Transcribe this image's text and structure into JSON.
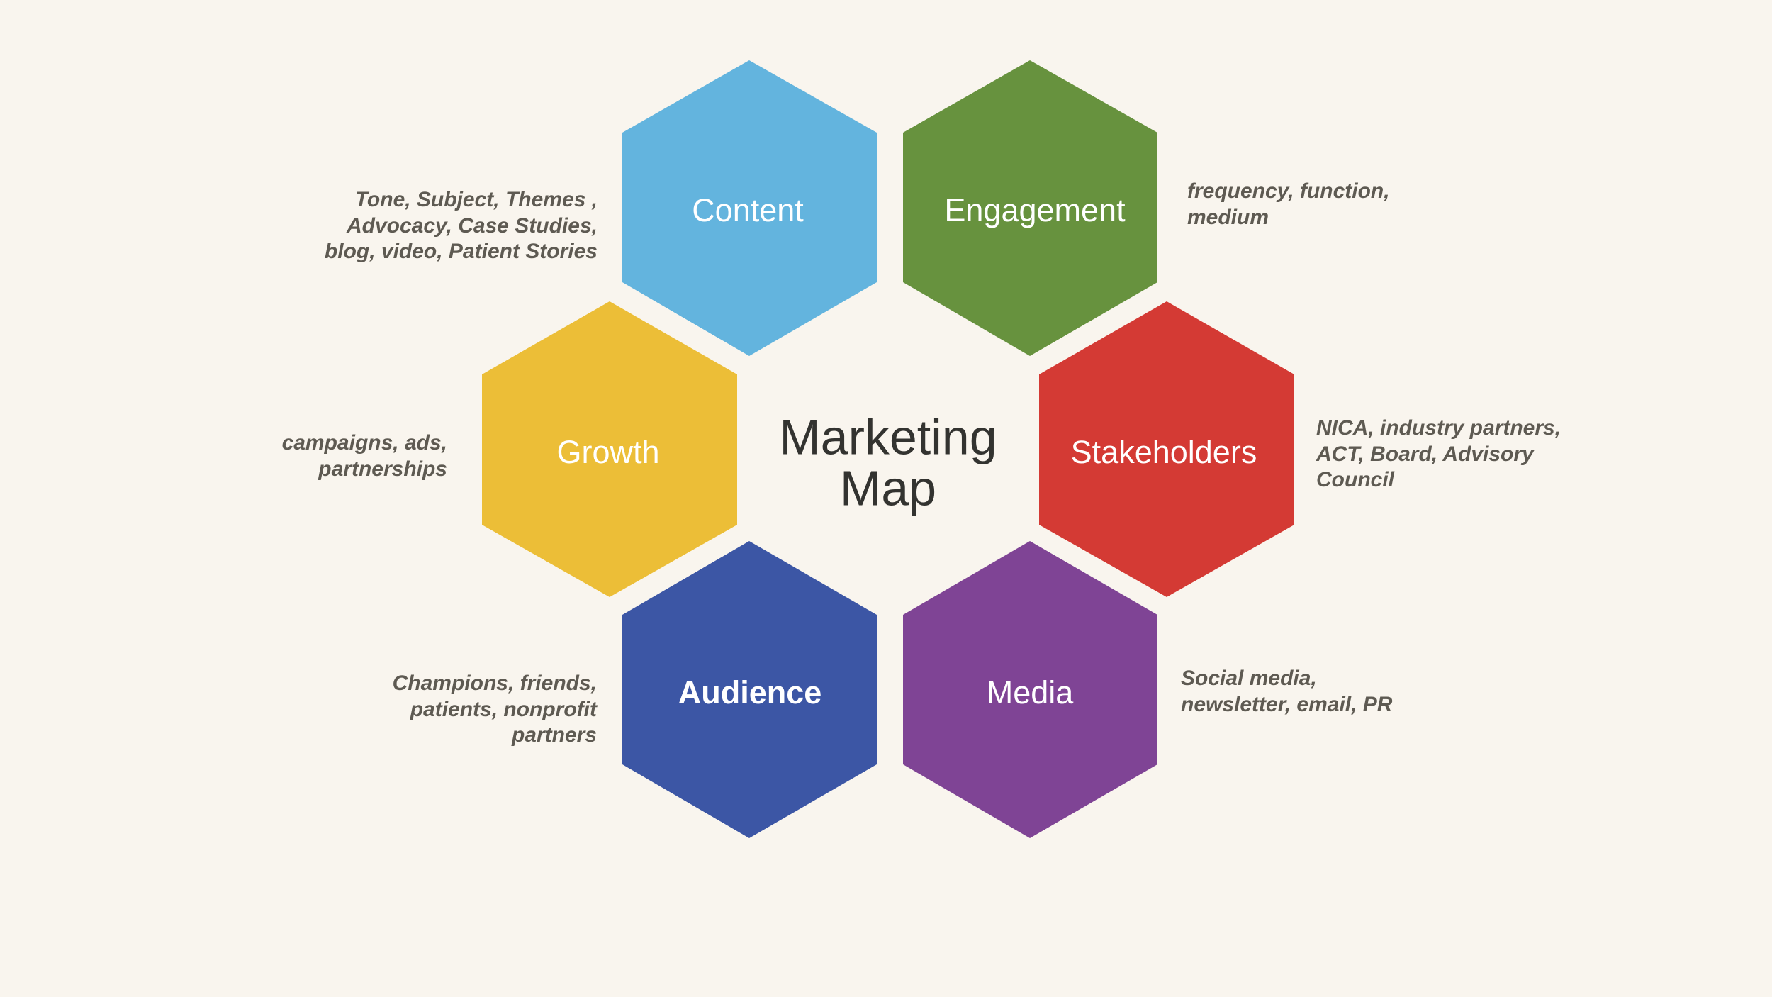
{
  "diagram": {
    "title_line1": "Marketing",
    "title_line2": "Map",
    "hexagons": [
      {
        "id": "content",
        "label": "Content",
        "color": "#63b4de"
      },
      {
        "id": "engagement",
        "label": "Engagement",
        "color": "#67923e"
      },
      {
        "id": "growth",
        "label": "Growth",
        "color": "#ecbe37"
      },
      {
        "id": "stakeholders",
        "label": "Stakeholders",
        "color": "#d43a34"
      },
      {
        "id": "audience",
        "label": "Audience",
        "color": "#3c56a5"
      },
      {
        "id": "media",
        "label": "Media",
        "color": "#7f4495"
      }
    ],
    "notes": {
      "content": "Tone, Subject, Themes , Advocacy, Case Studies, blog, video, Patient Stories",
      "engagement": "frequency, function, medium",
      "growth": "campaigns, ads, partnerships",
      "stakeholders": "NICA, industry partners, ACT, Board, Advisory Council",
      "audience": "Champions, friends, patients, nonprofit partners",
      "media": "Social media, newsletter, email, PR"
    }
  }
}
